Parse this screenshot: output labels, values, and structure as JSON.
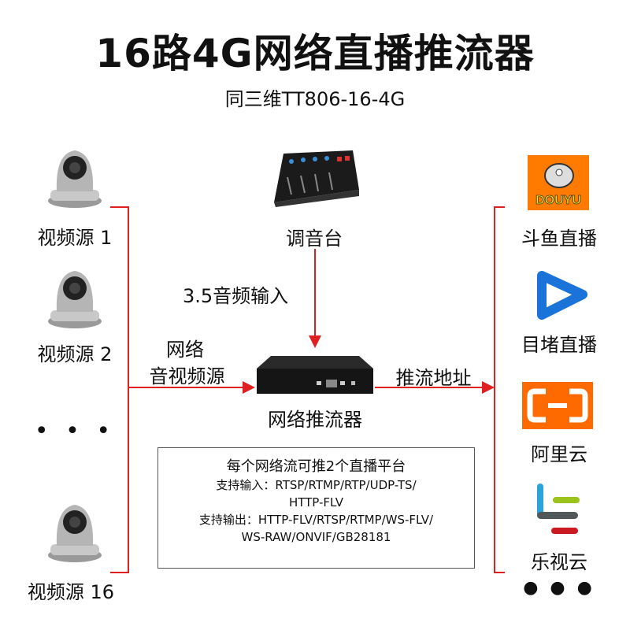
{
  "title": "16路4G网络直播推流器",
  "subtitle": "同三维TT806-16-4G",
  "sources": [
    {
      "label": "视频源 1"
    },
    {
      "label": "视频源 2"
    },
    {
      "label": "视频源 16"
    }
  ],
  "sources_more": "• • •",
  "mixer": {
    "label": "调音台",
    "input_label": "3.5音频输入"
  },
  "network_source": {
    "line1": "网络",
    "line2": "音视频源"
  },
  "device": {
    "label": "网络推流器"
  },
  "push_label": "推流地址",
  "platforms": [
    {
      "label": "斗鱼直播",
      "logo_text": "DOUYU"
    },
    {
      "label": "目堵直播"
    },
    {
      "label": "阿里云"
    },
    {
      "label": "乐视云"
    }
  ],
  "platforms_more": "● ● ●",
  "info": {
    "line1": "每个网络流可推2个直播平台",
    "line2": "支持输入：RTSP/RTMP/RTP/UDP-TS/",
    "line3": "HTTP-FLV",
    "line4": "支持输出：HTTP-FLV/RTSP/RTMP/WS-FLV/",
    "line5": "WS-RAW/ONVIF/GB28181"
  },
  "colors": {
    "line": "#e02020",
    "douyu": "#ff7b00",
    "aliyun": "#ff6a00",
    "play": "#1a73d9"
  }
}
